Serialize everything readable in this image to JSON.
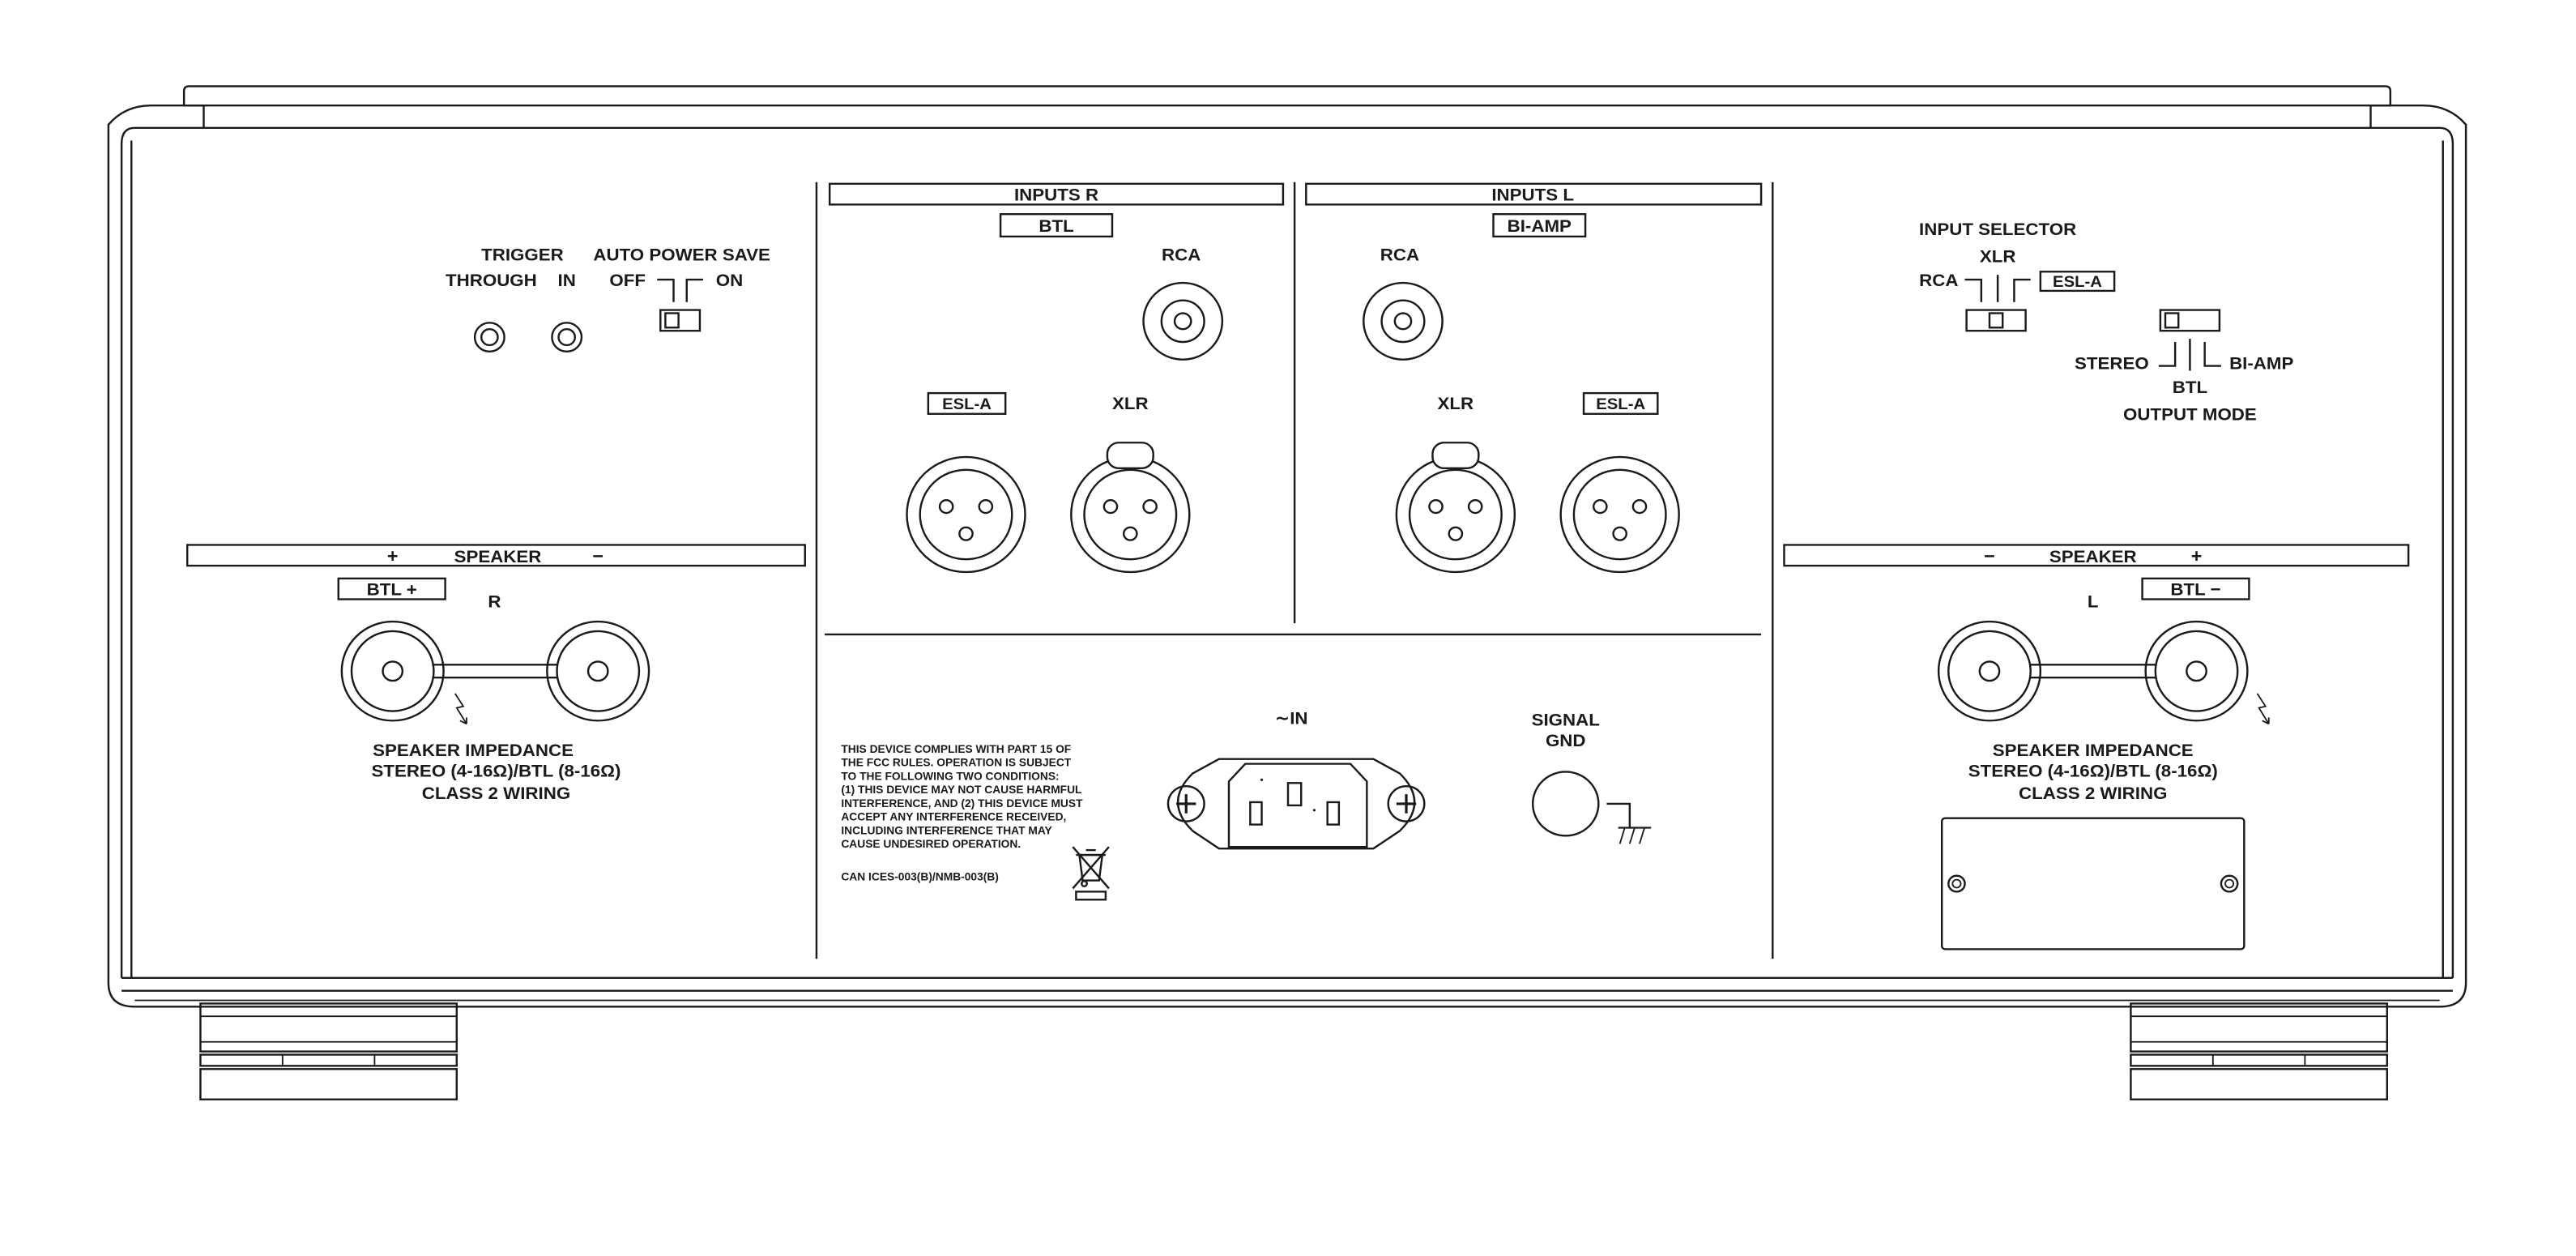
{
  "trigger": {
    "title": "TRIGGER",
    "through_label": "THROUGH",
    "in_label": "IN"
  },
  "auto_power_save": {
    "title": "AUTO POWER SAVE",
    "off_label": "OFF",
    "on_label": "ON"
  },
  "inputs_r": {
    "title": "INPUTS  R",
    "btl_badge": "BTL",
    "rca_label": "RCA",
    "esla_badge": "ESL-A",
    "xlr_label": "XLR"
  },
  "inputs_l": {
    "title": "INPUTS  L",
    "biamp_badge": "BI-AMP",
    "rca_label": "RCA",
    "xlr_label": "XLR",
    "esla_badge": "ESL-A"
  },
  "input_selector": {
    "title": "INPUT SELECTOR",
    "xlr_label": "XLR",
    "rca_label": "RCA",
    "esla_badge": "ESL-A"
  },
  "output_mode": {
    "stereo_label": "STEREO",
    "biamp_label": "BI-AMP",
    "btl_label": "BTL",
    "title": "OUTPUT MODE"
  },
  "speaker_r": {
    "plus": "+",
    "title": "SPEAKER",
    "minus": "−",
    "btl_badge": "BTL  +",
    "channel": "R",
    "impedance_title": "SPEAKER IMPEDANCE",
    "impedance_values": "STEREO (4-16Ω)/BTL (8-16Ω)",
    "wiring": "CLASS 2 WIRING"
  },
  "speaker_l": {
    "minus": "−",
    "title": "SPEAKER",
    "plus": "+",
    "btl_badge": "BTL  −",
    "channel": "L",
    "impedance_title": "SPEAKER IMPEDANCE",
    "impedance_values": "STEREO (4-16Ω)/BTL (8-16Ω)",
    "wiring": "CLASS 2 WIRING"
  },
  "power": {
    "ac_in_label": "∼IN"
  },
  "signal_gnd": {
    "line1": "SIGNAL",
    "line2": "GND"
  },
  "compliance": {
    "lines": [
      "THIS DEVICE COMPLIES WITH PART 15 OF",
      "THE FCC RULES. OPERATION IS SUBJECT",
      "TO THE FOLLOWING TWO CONDITIONS:",
      "(1) THIS DEVICE MAY NOT CAUSE HARMFUL",
      "INTERFERENCE, AND (2) THIS DEVICE MUST",
      "ACCEPT ANY INTERFERENCE RECEIVED,",
      "INCLUDING INTERFERENCE THAT MAY",
      "CAUSE UNDESIRED OPERATION."
    ],
    "canada": "CAN ICES-003(B)/NMB-003(B)"
  },
  "icons": {
    "lightning": "lightning-bolt-icon",
    "ground": "ground-icon",
    "weee": "weee-crossed-bin-icon"
  }
}
